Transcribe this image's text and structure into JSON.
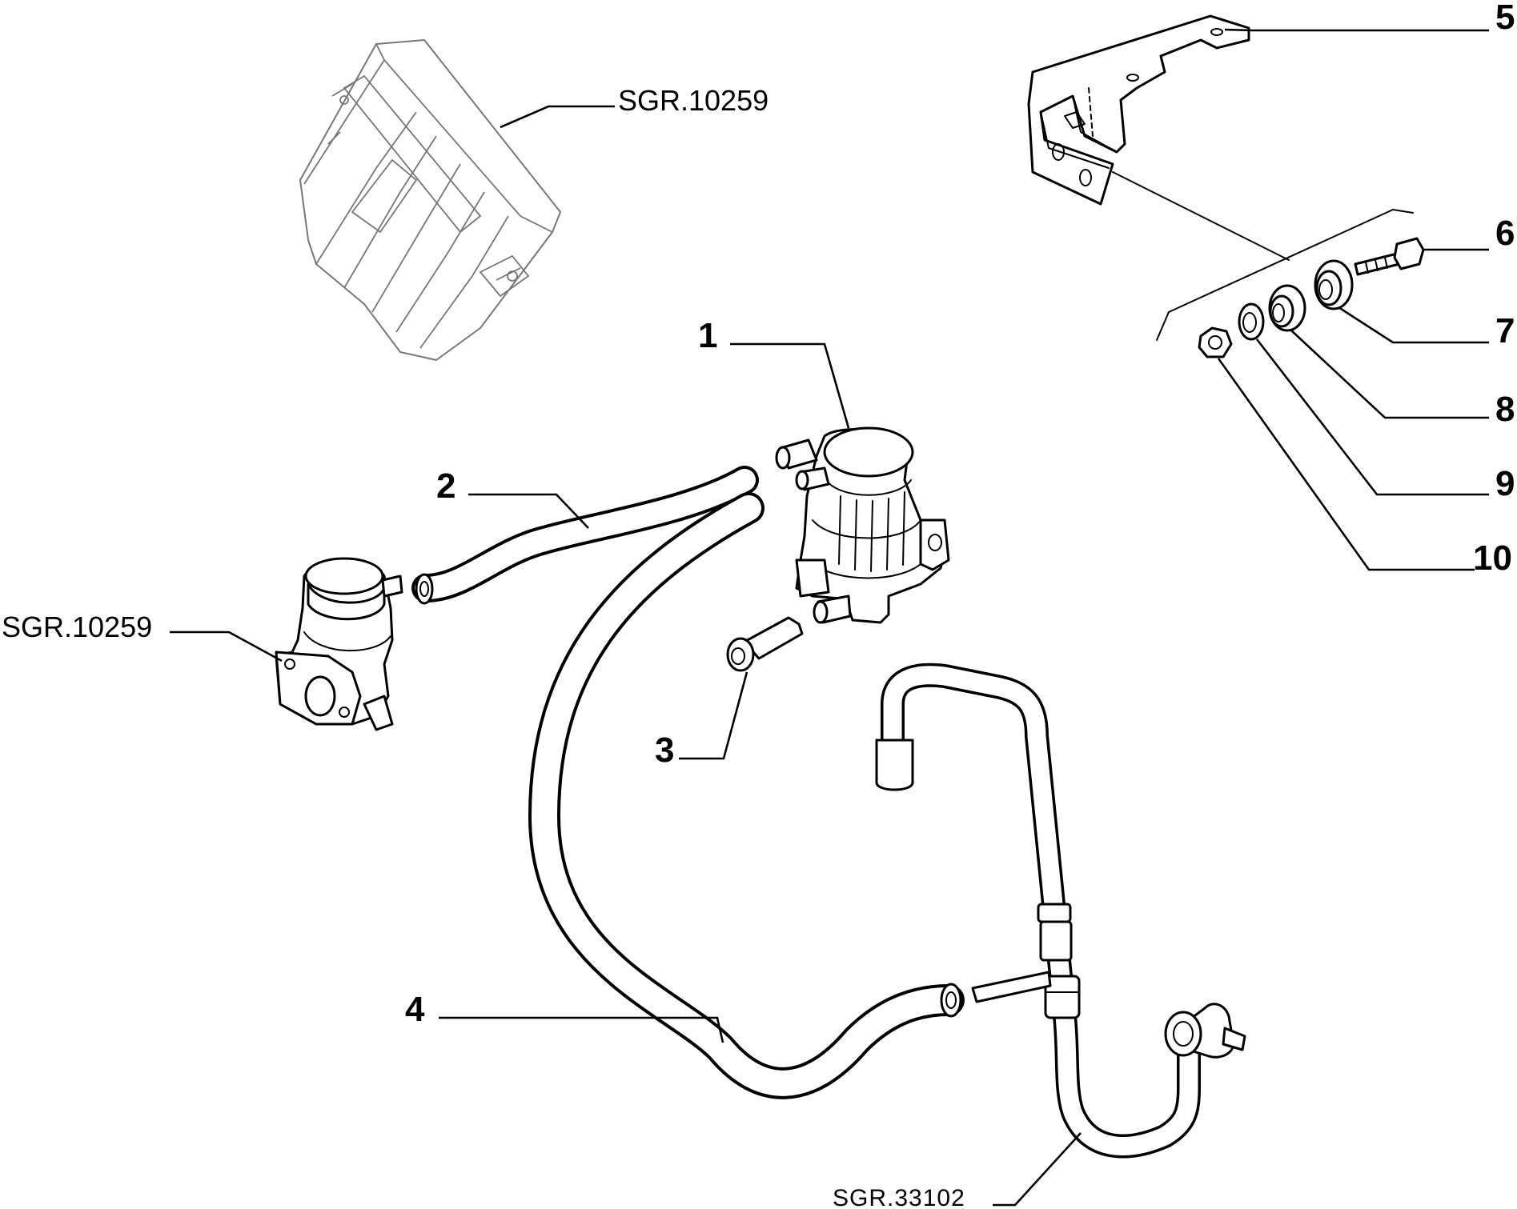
{
  "callouts": {
    "c1": "1",
    "c2": "2",
    "c3": "3",
    "c4": "4",
    "c5": "5",
    "c6": "6",
    "c7": "7",
    "c8": "8",
    "c9": "9",
    "c10": "10"
  },
  "references": {
    "ecu_ref": "SGR.10259",
    "valve_ref": "SGR.10259",
    "pipe_ref": "SGR.33102"
  }
}
